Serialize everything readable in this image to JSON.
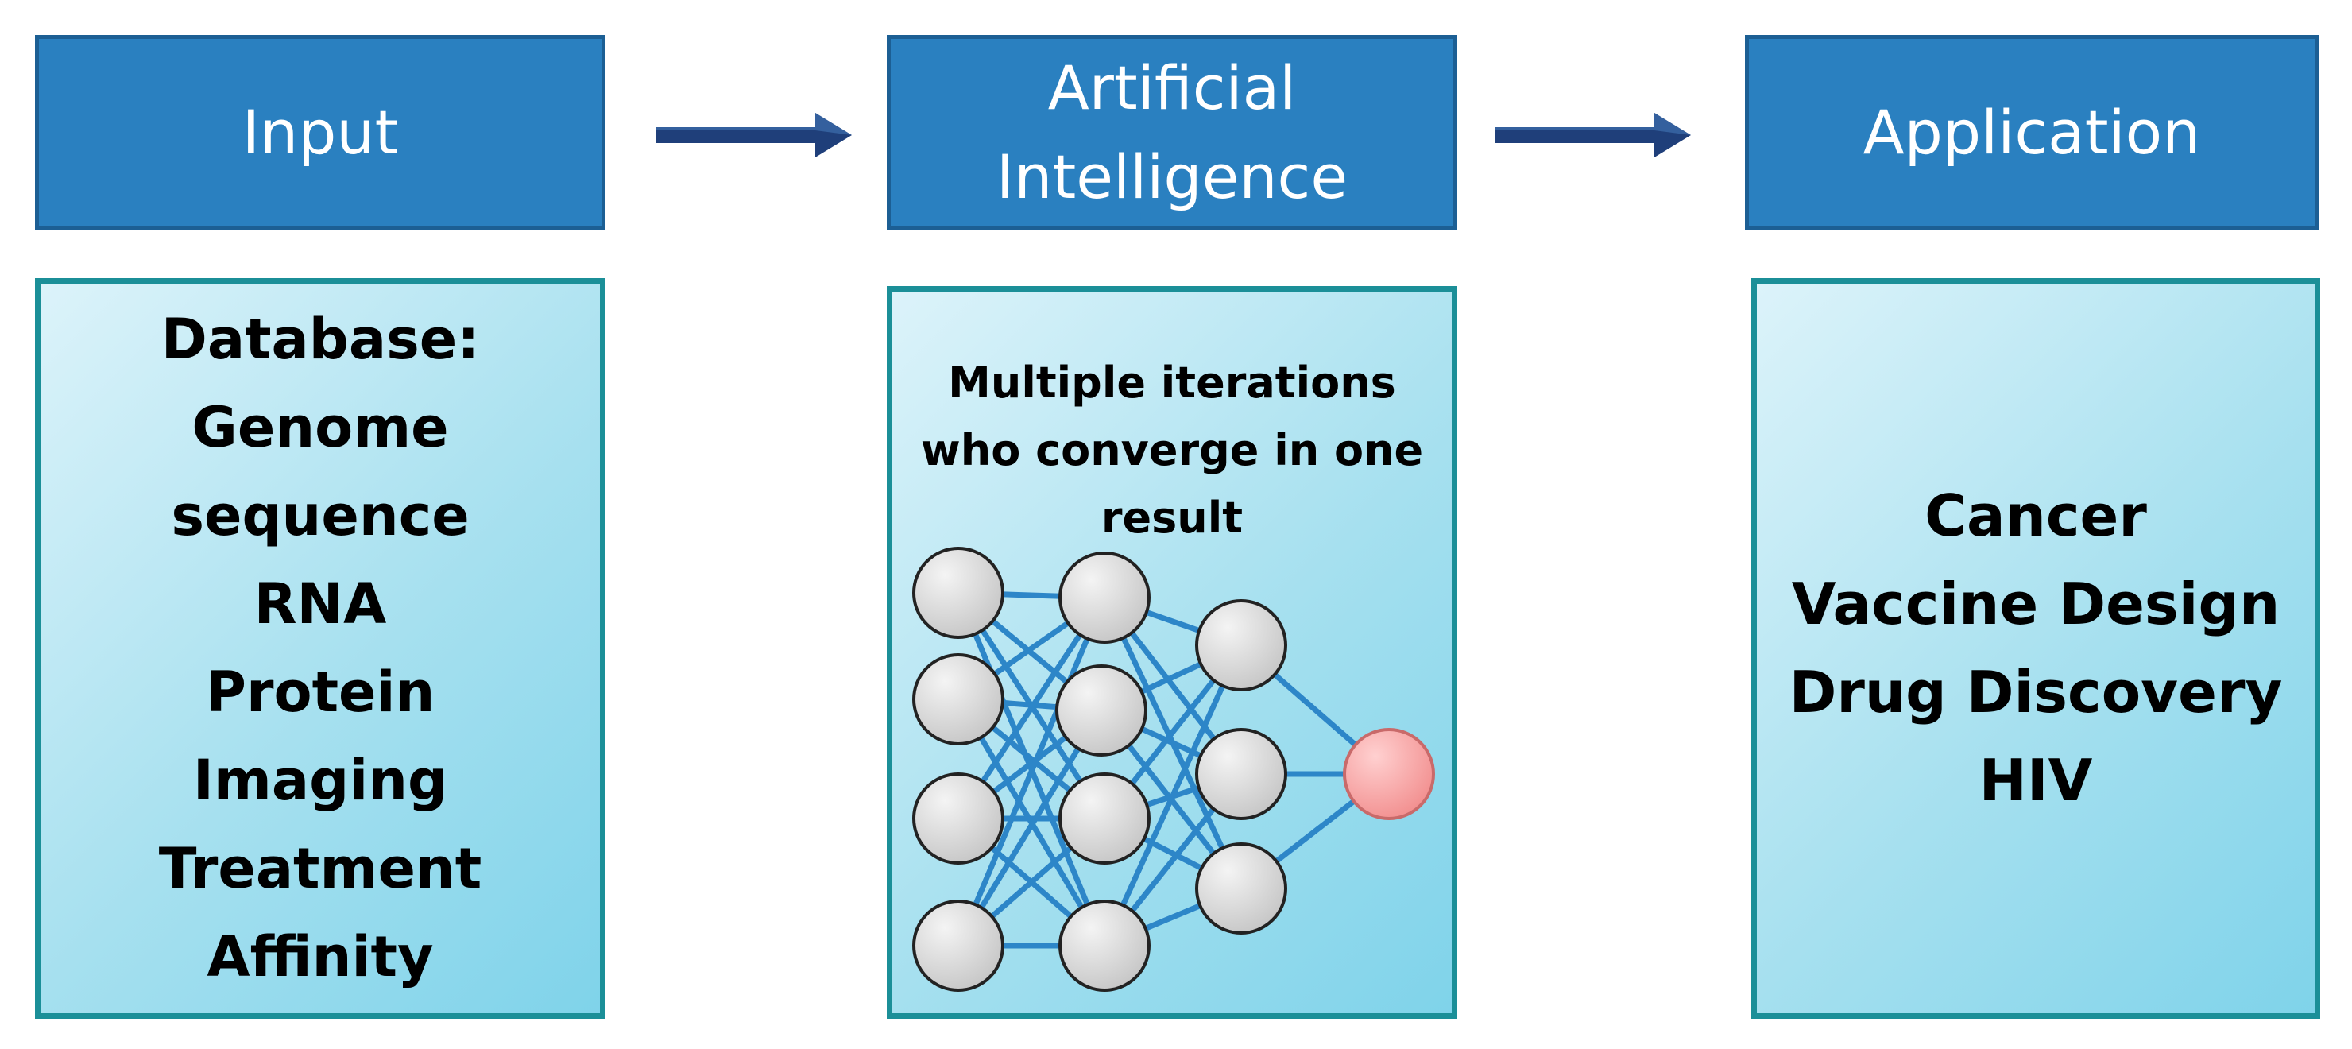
{
  "columns": {
    "input": {
      "header": "Input",
      "lines": [
        "Database:",
        "Genome",
        "sequence",
        "RNA",
        "Protein",
        "Imaging",
        "Treatment",
        "Affinity"
      ]
    },
    "ai": {
      "header": "Artificial\nIntelligence",
      "description": [
        "Multiple iterations",
        "who converge in one",
        "result"
      ]
    },
    "application": {
      "header": "Application",
      "lines": [
        "Cancer",
        "Vaccine Design",
        "Drug Discovery",
        "HIV"
      ]
    }
  },
  "colors": {
    "header_fill": "#2a80c0",
    "header_border": "#1c5f94",
    "content_border": "#1b8f98",
    "arrow": "#1f3f7a",
    "node_fill": "#d4d4d4",
    "output_node_fill": "#f5a3a3",
    "edge": "#2d86c8"
  },
  "network": {
    "layers": [
      4,
      4,
      3,
      1
    ]
  }
}
